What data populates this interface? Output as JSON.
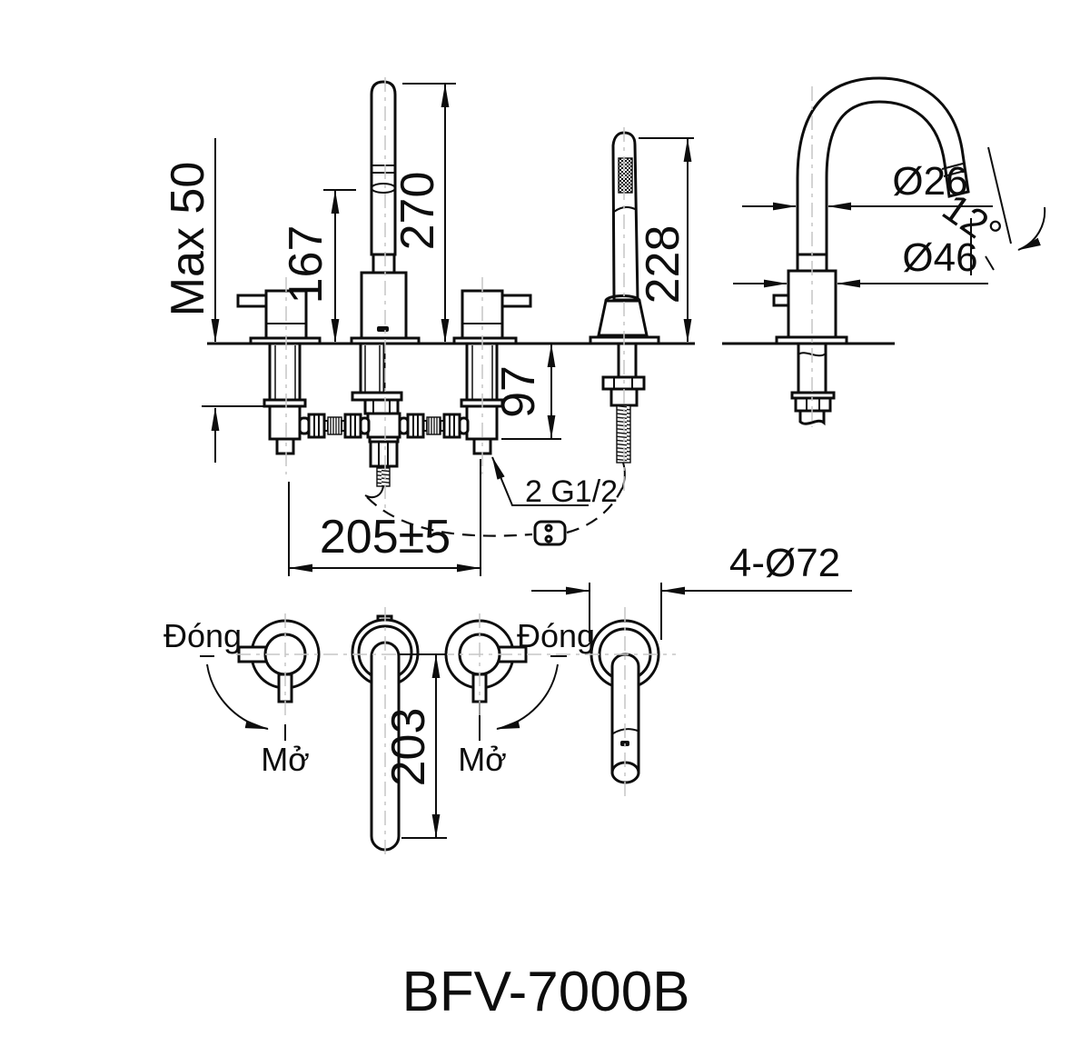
{
  "title": "BFV-7000B",
  "colors": {
    "line": "#0d0d0d",
    "centerline": "#c6c6c6",
    "background": "#ffffff"
  },
  "front_view": {
    "max_deck_thickness": "Max 50",
    "spout_outlet_height": "167",
    "spout_total_height": "270",
    "handshower_height": "228",
    "under_deck_depth": "97",
    "inlet_thread": "2 G1/2",
    "handle_spacing": "205±5"
  },
  "side_view": {
    "spout_pipe_diameter": "Ø26",
    "spout_angle": "12°",
    "body_diameter": "Ø46"
  },
  "top_view": {
    "spout_reach": "203",
    "mount_holes": "4-Ø72",
    "left_handle": {
      "close": "Đóng",
      "open": "Mở"
    },
    "right_handle": {
      "close": "Đóng",
      "open": "Mở"
    }
  }
}
